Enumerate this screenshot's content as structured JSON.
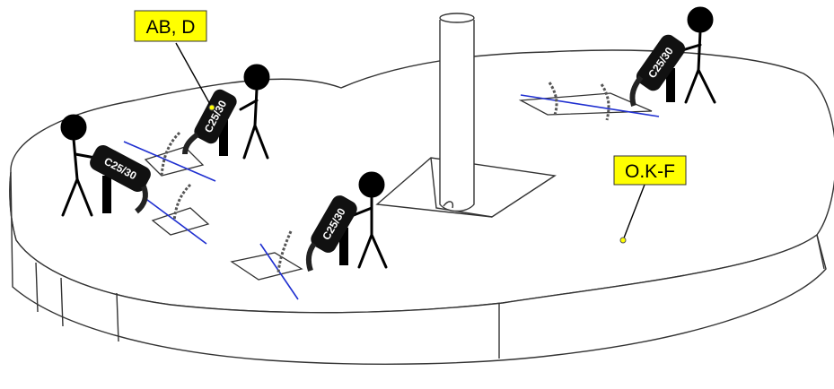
{
  "callouts": {
    "ab_d": "AB, D",
    "ok_f": "O.K-F"
  },
  "hopper_label": "C25/30",
  "colors": {
    "callout_fill": "#ffff00",
    "rebar": "#1f2fd0",
    "chain": "#555555",
    "figure": "#000000",
    "slab_line": "#333333"
  },
  "icons": {
    "figure": "stick-figure-icon",
    "hopper": "concrete-hopper-icon",
    "column": "column-icon",
    "chain": "chain-icon"
  }
}
